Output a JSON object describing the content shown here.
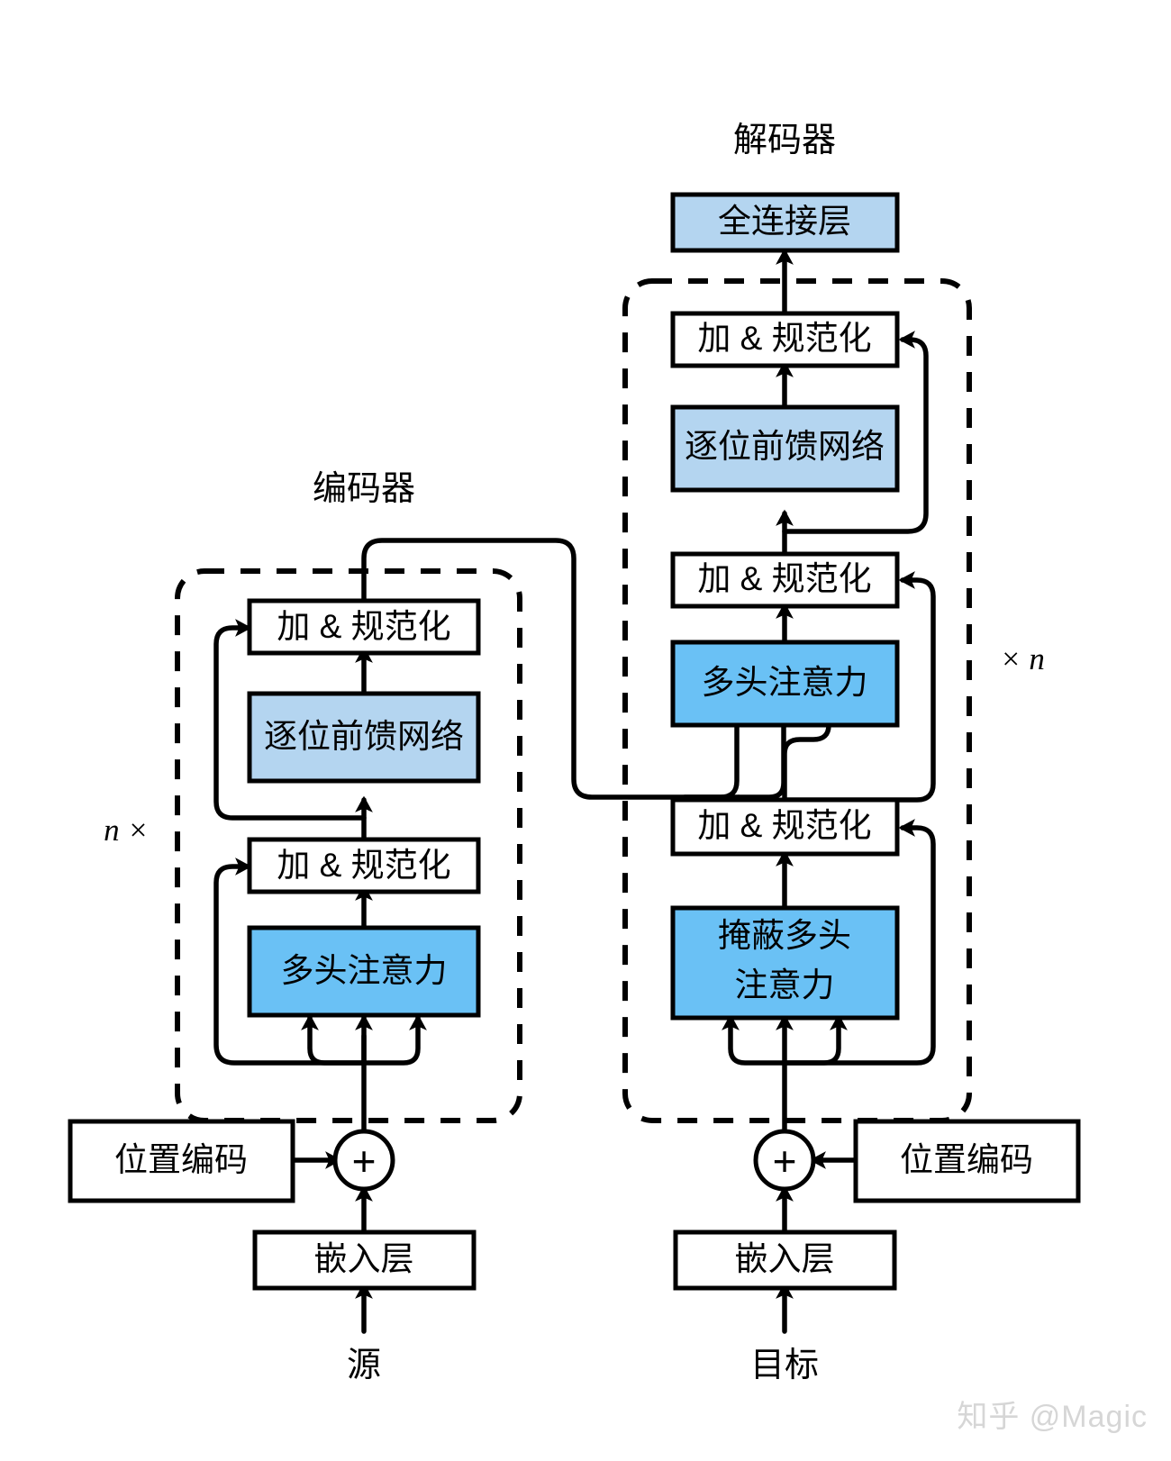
{
  "figure": {
    "type": "diagram",
    "subject": "Transformer encoder-decoder architecture",
    "colors": {
      "attention_fill": "#6ac1f5",
      "feedforward_fill": "#b4d5f0",
      "addnorm_fill": "#ffffff",
      "stroke": "#000000",
      "watermark": "#d6d6d6"
    }
  },
  "encoder": {
    "title": "编码器",
    "repeat_label": "n ×",
    "blocks": {
      "add_norm_top": "加 & 规范化",
      "feed_forward": "逐位前馈网络",
      "add_norm_bottom": "加 & 规范化",
      "attention": "多头注意力"
    },
    "input": {
      "positional_encoding": "位置编码",
      "adder": "+",
      "embedding": "嵌入层",
      "source": "源"
    }
  },
  "decoder": {
    "title": "解码器",
    "repeat_label": "× n",
    "output_layer": "全连接层",
    "blocks": {
      "add_norm_top": "加 & 规范化",
      "feed_forward": "逐位前馈网络",
      "add_norm_middle": "加 & 规范化",
      "cross_attention": "多头注意力",
      "add_norm_bottom": "加 & 规范化",
      "masked_attention_line1": "掩蔽多头",
      "masked_attention_line2": "注意力"
    },
    "input": {
      "positional_encoding": "位置编码",
      "adder": "+",
      "embedding": "嵌入层",
      "target": "目标"
    }
  },
  "watermark": "知乎 @Magic"
}
